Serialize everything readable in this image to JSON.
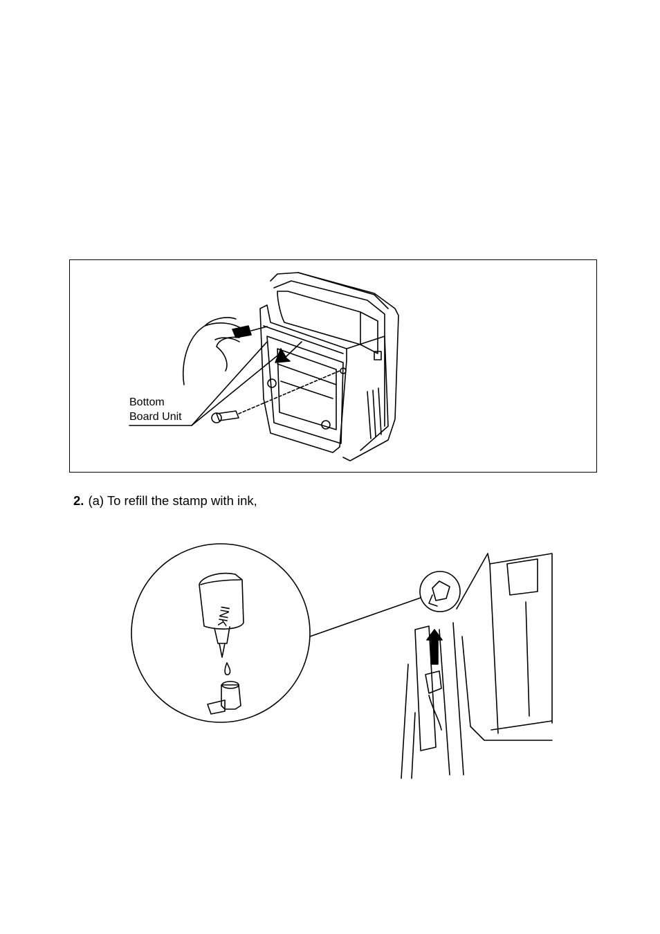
{
  "figure1": {
    "label_line1": "Bottom",
    "label_line2": "Board Unit"
  },
  "step2": {
    "number": "2.",
    "text": "(a)  To refill the stamp with ink,"
  },
  "figure2": {
    "bottle_label": "INK"
  }
}
